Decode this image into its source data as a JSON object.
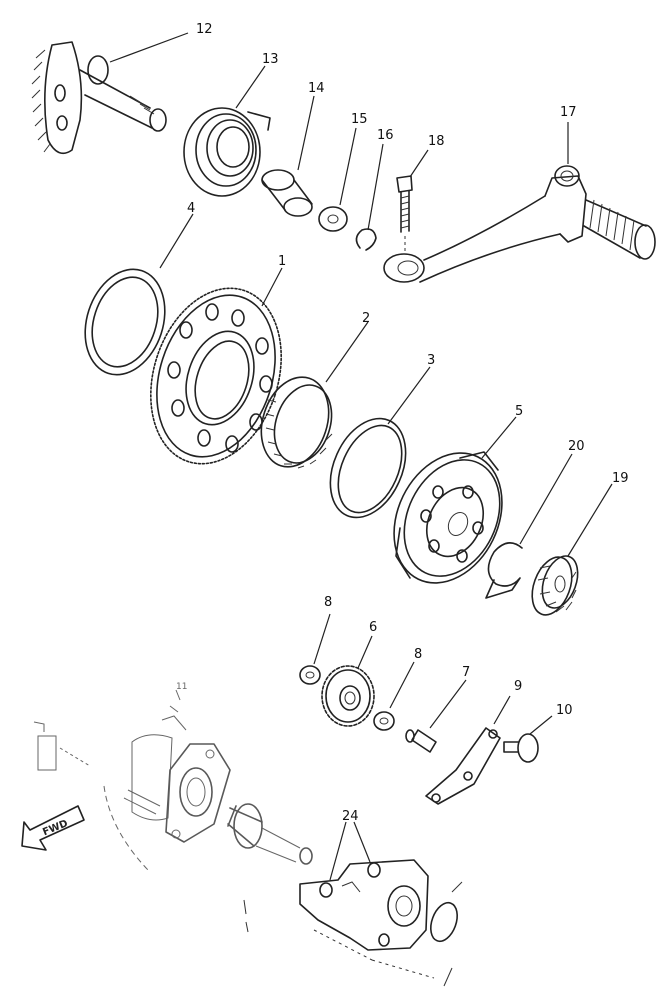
{
  "labels": {
    "p1": "1",
    "p2": "2",
    "p3": "3",
    "p4": "4",
    "p5": "5",
    "p6": "6",
    "p7": "7",
    "p8a": "8",
    "p8b": "8",
    "p9": "9",
    "p10": "10",
    "p11": "11",
    "p12": "12",
    "p13": "13",
    "p14": "14",
    "p15": "15",
    "p16": "16",
    "p17": "17",
    "p18": "18",
    "p19": "19",
    "p20": "20",
    "p24": "24"
  },
  "fwd_text": "FWD"
}
